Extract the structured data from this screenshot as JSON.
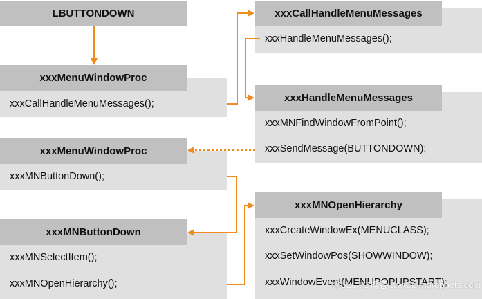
{
  "boxes": {
    "lbuttondown": {
      "title": "LBUTTONDOWN"
    },
    "menu_window_proc_1": {
      "title": "xxxMenuWindowProc",
      "lines": [
        "xxxCallHandleMenuMessages();"
      ]
    },
    "call_handle_menu_messages": {
      "title": "xxxCallHandleMenuMessages",
      "lines": [
        "xxxHandleMenuMessages();"
      ]
    },
    "handle_menu_messages": {
      "title": "xxxHandleMenuMessages",
      "lines": [
        "xxxMNFindWindowFromPoint();",
        "xxxSendMessage(BUTTONDOWN);"
      ]
    },
    "menu_window_proc_2": {
      "title": "xxxMenuWindowProc",
      "lines": [
        "xxxMNButtonDown();"
      ]
    },
    "mn_button_down": {
      "title": "xxxMNButtonDown",
      "lines": [
        "xxxMNSelectItem();",
        "xxxMNOpenHierarchy();"
      ]
    },
    "mn_open_hierarchy": {
      "title": "xxxMNOpenHierarchy",
      "lines": [
        "xxxCreateWindowEx(MENUCLASS);",
        "xxxSetWindowPos(SHOWWINDOW);",
        "xxxWindowEvent(MENUPOPUPSTART);"
      ]
    }
  },
  "watermark": "@51CTO博客 www.eimprophets.com )",
  "colors": {
    "arrow": "#f08c1e",
    "header": "#c0c0c0",
    "body": "#e0e0e0"
  }
}
